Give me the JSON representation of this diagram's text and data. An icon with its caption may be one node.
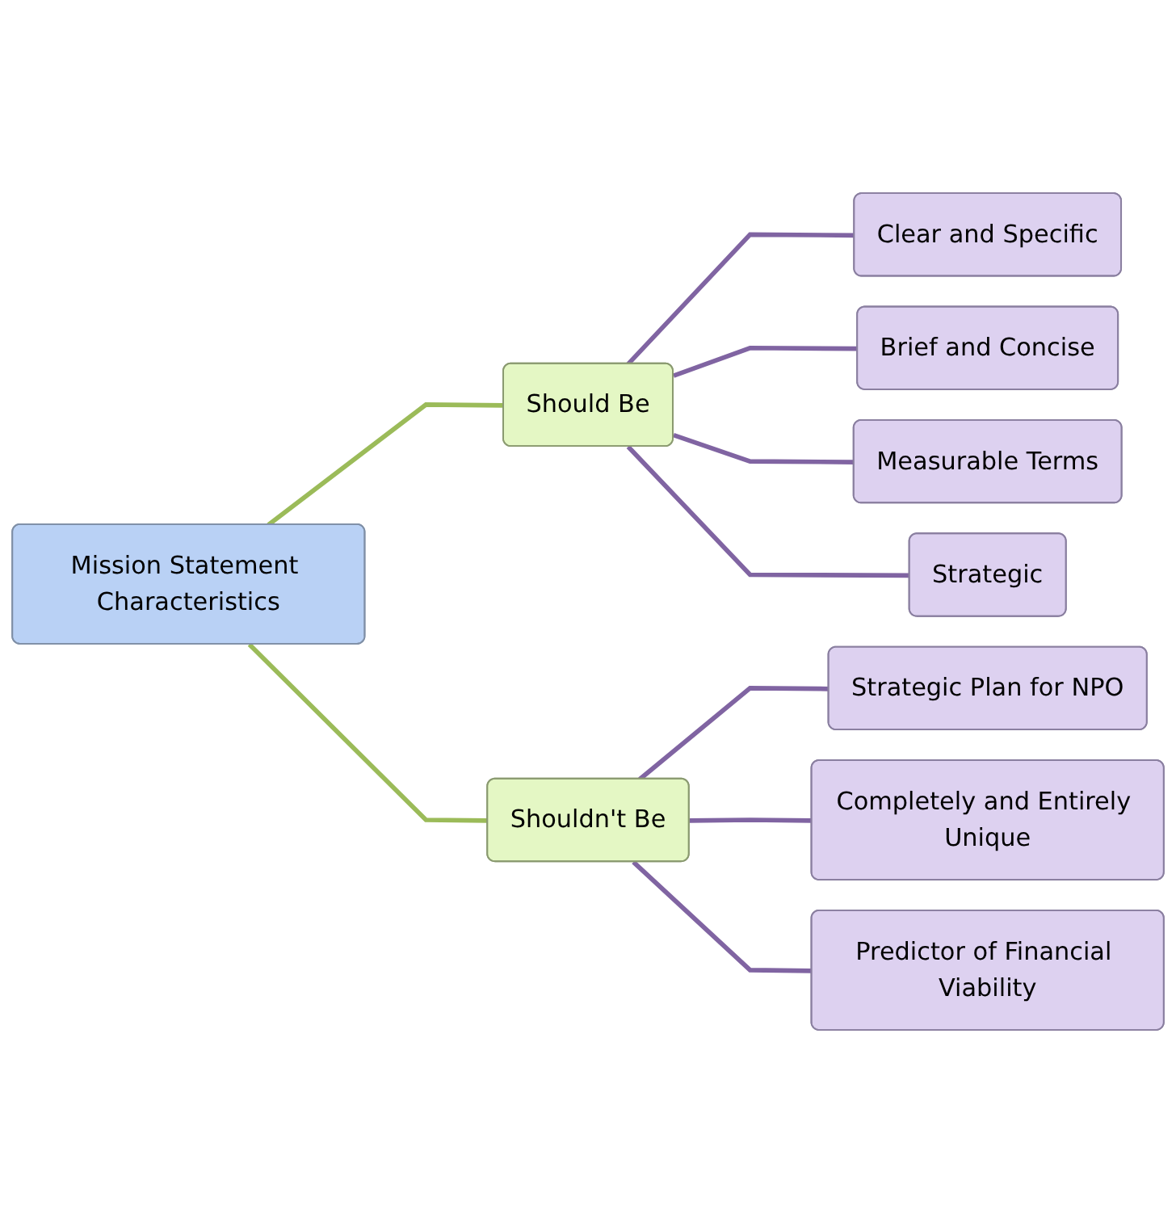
{
  "diagram": {
    "nodes": [
      {
        "text": [
          "Mission Statement Characteristics"
        ]
      },
      {
        "text": [
          "Should Be"
        ]
      },
      {
        "text": [
          "Clear and Specific"
        ]
      },
      {
        "text": [
          "Brief and Concise"
        ]
      },
      {
        "text": [
          "Measurable Terms"
        ]
      },
      {
        "text": [
          "Strategic"
        ]
      },
      {
        "text": [
          "Shouldn't Be"
        ]
      },
      {
        "text": [
          "Strategic Plan for NPO"
        ]
      },
      {
        "text": [
          "Completely and Entirely Unique"
        ]
      },
      {
        "text": [
          "Predictor of Financial Viability"
        ]
      }
    ],
    "edges": [
      {
        "from": 0,
        "to": 1,
        "arrow": "none",
        "color": "#9bbb59"
      },
      {
        "from": 1,
        "to": 2,
        "arrow": "none"
      },
      {
        "from": 1,
        "to": 3,
        "arrow": "none"
      },
      {
        "from": 1,
        "to": 4,
        "arrow": "none"
      },
      {
        "from": 1,
        "to": 5,
        "arrow": "none"
      },
      {
        "from": 0,
        "to": 6,
        "arrow": "none",
        "color": "#9bbb59"
      },
      {
        "from": 6,
        "to": 7,
        "arrow": "none"
      },
      {
        "from": 6,
        "to": 8,
        "arrow": "none"
      },
      {
        "from": 6,
        "to": 9,
        "arrow": "none"
      }
    ]
  }
}
